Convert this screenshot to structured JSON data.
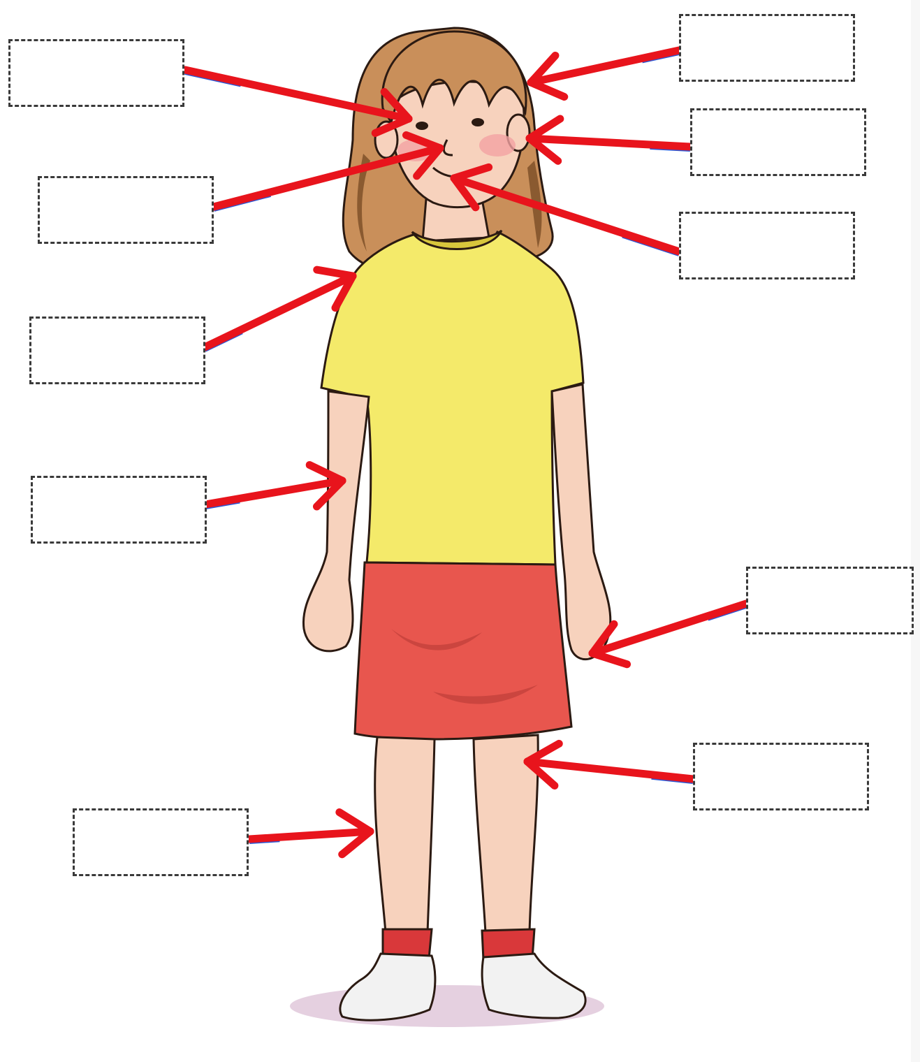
{
  "colors": {
    "arrow": "#e8141c",
    "connector": "#2a58d6",
    "box_border": "#3a3a3a",
    "hair": "#c98f5a",
    "hair_dark": "#8a5a30",
    "skin": "#f7d2bd",
    "skin_shadow": "#e9a98f",
    "cheek": "#f2a3a3",
    "shirt": "#f4ea6a",
    "shirt_shadow": "#d8c63c",
    "skirt": "#e8564e",
    "skirt_shadow": "#b83a36",
    "sock": "#d9383a",
    "shoe": "#f2f2f2",
    "outline": "#2b1a12",
    "ground_shadow": "#cfa9c7"
  },
  "label_boxes": [
    {
      "id": "box-top-left",
      "text": "",
      "points_to": "eye"
    },
    {
      "id": "box-mid-left-1",
      "text": "",
      "points_to": "nose"
    },
    {
      "id": "box-mid-left-2",
      "text": "",
      "points_to": "shoulder"
    },
    {
      "id": "box-mid-left-3",
      "text": "",
      "points_to": "arm"
    },
    {
      "id": "box-bottom-left",
      "text": "",
      "points_to": "leg"
    },
    {
      "id": "box-top-right-1",
      "text": "",
      "points_to": "hair"
    },
    {
      "id": "box-top-right-2",
      "text": "",
      "points_to": "ear"
    },
    {
      "id": "box-top-right-3",
      "text": "",
      "points_to": "mouth"
    },
    {
      "id": "box-right-hand",
      "text": "",
      "points_to": "hand"
    },
    {
      "id": "box-right-knee",
      "text": "",
      "points_to": "knee"
    }
  ]
}
